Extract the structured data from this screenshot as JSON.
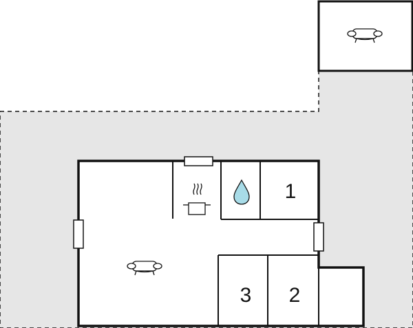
{
  "floor_plan": {
    "rooms": [
      {
        "id": "bedroom-1",
        "label": "1"
      },
      {
        "id": "bedroom-2",
        "label": "2"
      },
      {
        "id": "bedroom-3",
        "label": "3"
      }
    ],
    "icons": [
      {
        "id": "living-sofa",
        "name": "sofa-icon"
      },
      {
        "id": "terrace-sofa",
        "name": "sofa-icon"
      },
      {
        "id": "kitchen-pot",
        "name": "cooking-pot-icon"
      },
      {
        "id": "bathroom-drop",
        "name": "water-drop-icon"
      }
    ],
    "colors": {
      "outdoor_area": "#e6e6e6",
      "walls": "#111111",
      "interior": "#ffffff",
      "water_drop": "#a8dce8"
    }
  }
}
